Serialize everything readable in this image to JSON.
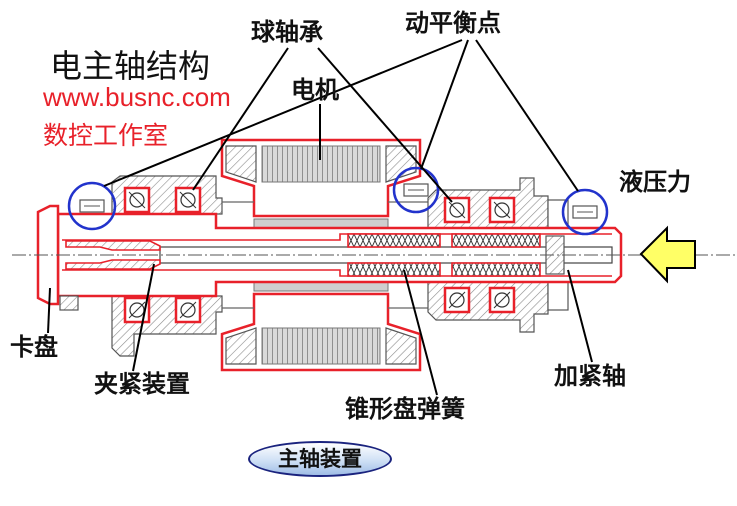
{
  "title": "电主轴结构",
  "website": "www.busnc.com",
  "studio": "数控工作室",
  "labels": {
    "ball_bearing": "球轴承",
    "balance_point": "动平衡点",
    "motor": "电机",
    "hydraulic_force": "液压力",
    "chuck": "卡盘",
    "clamping_device": "夹紧装置",
    "clamping_shaft": "加紧轴",
    "disc_spring": "锥形盘弹簧"
  },
  "caption": "主轴装置",
  "colors": {
    "outline": "#e8212a",
    "marker": "#2233cc",
    "hatch": "#8c8c8c",
    "leader": "#000000",
    "arrow_fill": "#ffff66",
    "caption_border": "#1a237e",
    "caption_fill": "#cfe0f5",
    "brand_text": "#e8212a"
  }
}
